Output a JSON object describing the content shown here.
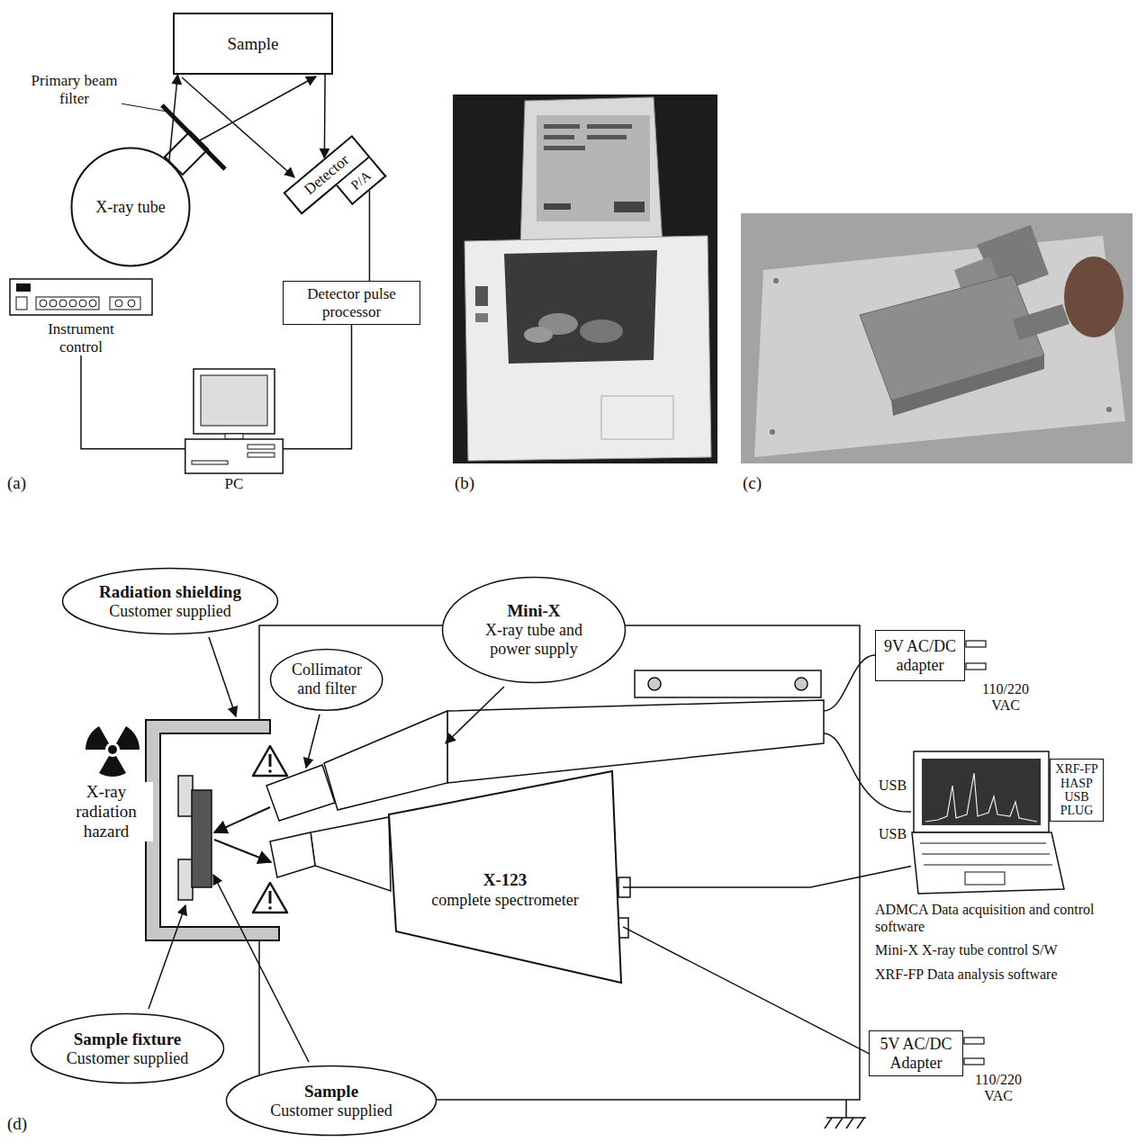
{
  "diagram": {
    "nodes": [
      {
        "text": [
          "Sample"
        ]
      },
      {
        "text": [
          "X-ray tube"
        ]
      },
      {
        "text": [
          "Detector",
          "P/A"
        ]
      },
      {
        "text": [
          "Detector pulse processor"
        ]
      },
      {
        "text": [
          "Instrument control"
        ]
      },
      {
        "text": [
          "PC"
        ]
      },
      {
        "text": [
          "Radiation shielding",
          "Customer supplied"
        ]
      },
      {
        "text": [
          "Mini-X",
          "X-ray tube and power supply"
        ]
      },
      {
        "text": [
          "Collimator and filter"
        ]
      },
      {
        "text": [
          "X-123",
          "complete spectrometer"
        ]
      },
      {
        "text": [
          "9V AC/DC adapter"
        ]
      },
      {
        "text": [
          "XRF-FP HASP USB PLUG"
        ]
      },
      {
        "text": [
          "ADMCA Data acquisition and control software",
          "Mini-X X-ray tube control S/W",
          "XRF-FP Data analysis software"
        ]
      },
      {
        "text": [
          "5V AC/DC Adapter"
        ]
      },
      {
        "text": [
          "Sample fixture",
          "Customer supplied"
        ]
      },
      {
        "text": [
          "Sample",
          "Customer supplied"
        ]
      }
    ],
    "edges": [
      {
        "from": 1,
        "to": 0,
        "arrow": "to"
      },
      {
        "from": 0,
        "to": 2,
        "arrow": "to"
      },
      {
        "from": 2,
        "to": 3,
        "arrow": "none"
      },
      {
        "from": 3,
        "to": 5,
        "arrow": "none"
      },
      {
        "from": 4,
        "to": 5,
        "arrow": "none"
      },
      {
        "from": 9,
        "to": 12,
        "label": "USB",
        "arrow": "none"
      },
      {
        "from": 9,
        "to": 13,
        "arrow": "none"
      }
    ],
    "labels": [
      "Primary beam filter",
      "(a)",
      "(b)",
      "(c)",
      "X-ray radiation hazard",
      "110/220 VAC",
      "USB",
      "110/220 VAC",
      "(d)"
    ]
  }
}
